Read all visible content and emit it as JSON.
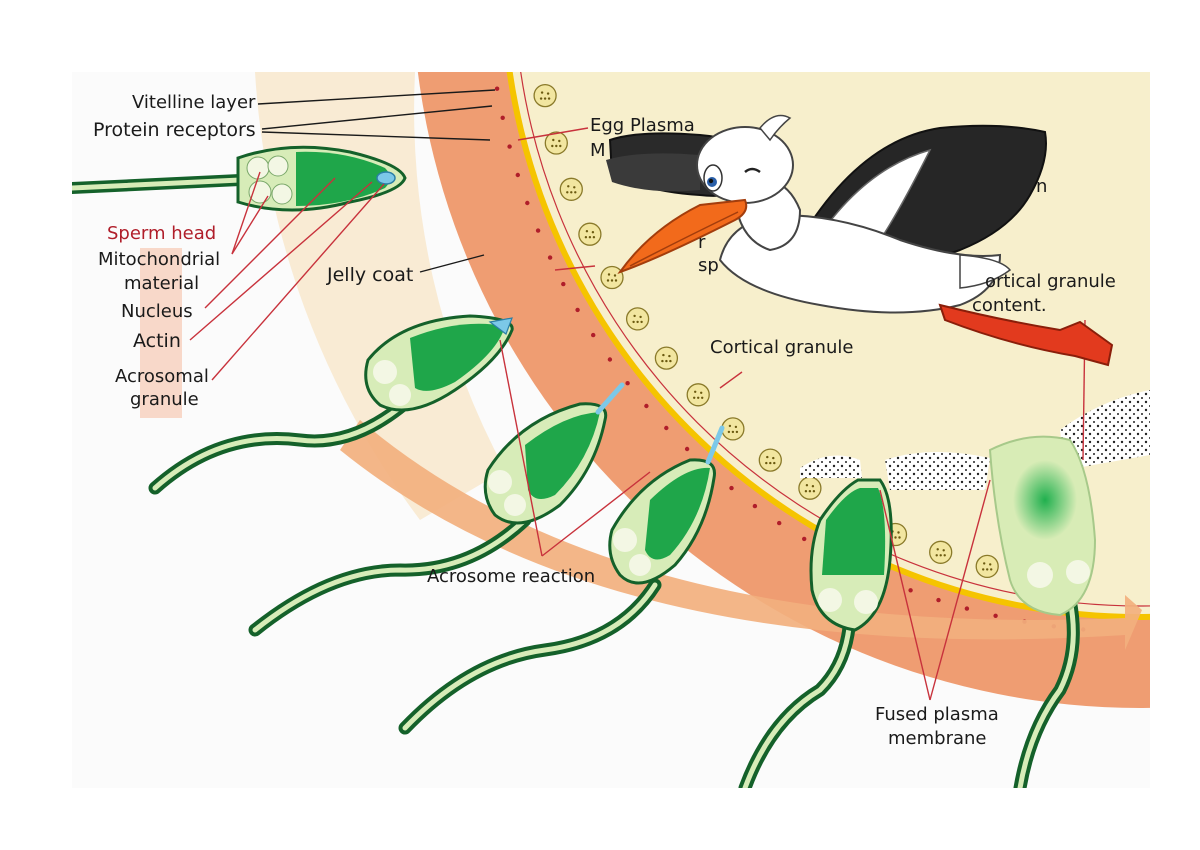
{
  "labels": {
    "vitelline_layer": "Vitelline layer",
    "protein_receptors": "Protein receptors",
    "egg_plasma_line1": "Egg Plasma",
    "egg_plasma_line2": "M",
    "sperm_head": "Sperm head",
    "mitochondrial_line1": "Mitochondrial",
    "mitochondrial_line2": "material",
    "nucleus": "Nucleus",
    "actin": "Actin",
    "acrosomal_line1": "Acrosomal",
    "acrosomal_line2": "granule",
    "jelly_coat": "Jelly coat",
    "hidden_partial_1": "r",
    "hidden_partial_2": "sp",
    "hidden_partial_3": "n",
    "cortical_granule": "Cortical granule",
    "cortical_content_line1": "ortical granule",
    "cortical_content_line2": "content.",
    "acrosome_reaction": "Acrosome reaction",
    "fused_line1": "Fused plasma",
    "fused_line2": "membrane"
  },
  "colors": {
    "cytoplasm": "#f7efcc",
    "jelly_coat": "#ef9d72",
    "vitelline_yellow": "#f5c400",
    "receptor_red": "#b01e2a",
    "sperm_green": "#1fa64a",
    "sperm_dark": "#14612a",
    "sperm_pale": "#d7ecb8",
    "acrosome_blue": "#7cc8e8",
    "granule_fill": "#f2e6a0",
    "path_arrow": "#f2b07e",
    "label_line": "#c8323c"
  },
  "icons": {
    "stork": "stork-cartoon-icon"
  }
}
